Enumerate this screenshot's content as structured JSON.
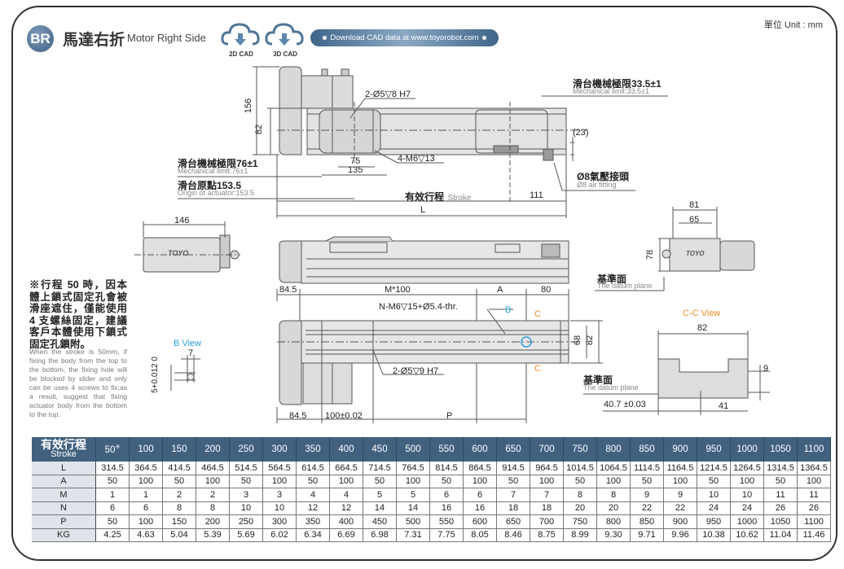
{
  "header": {
    "badge": "BR",
    "title_zh": "馬達右折",
    "title_en": "Motor Right Side",
    "cad_buttons": [
      {
        "label": "2D CAD",
        "icon": "cloud-download-icon"
      },
      {
        "label": "3D CAD",
        "icon": "cloud-download-icon"
      }
    ],
    "download_text": "Download CAD data at www.toyorobot.com",
    "unit": "單位 Unit : mm"
  },
  "colors": {
    "header_blue": "#41617f",
    "accent_blue": "#2a9fd8",
    "accent_orange": "#f08a24",
    "row_label_bg": "#dfe3ea"
  },
  "top_view": {
    "dim_156": "156",
    "dim_82": "82",
    "pin_label": "2-Ø5▽8 H7",
    "tap_label": "4-M6▽13",
    "dim_75": "75",
    "dim_135": "135",
    "mech_limit_left_zh": "滑台機械極限76±1",
    "mech_limit_left_en": "Mechanical limit:76±1",
    "origin_zh": "滑台原點153.5",
    "origin_en": "Origin of actuator:153.5",
    "stroke_zh": "有效行程",
    "stroke_en": "Stroke",
    "dim_111": "111",
    "dim_L": "L",
    "mech_limit_right_zh": "滑台機械極限33.5±1",
    "mech_limit_right_en": "Mechanical limit:33.5±1",
    "dim_23": "(23)",
    "air_zh": "Ø8氣壓接頭",
    "air_en": "Ø8 air fitting"
  },
  "end_view_left": {
    "dim_146": "146",
    "logo": "TOYO"
  },
  "side_view": {
    "dim_84_5": "84.5",
    "dim_M100": "M*100",
    "dim_A": "A",
    "dim_80": "80"
  },
  "bottom_view": {
    "tap_label": "N-M6▽15+Ø5.4-thr.",
    "pin_label": "2-Ø5▽9 H7",
    "marker_B": "B",
    "marker_C": "C",
    "dim_68": "68",
    "dim_82": "82",
    "dim_84_5": "84.5",
    "dim_100": "100±0.02",
    "dim_P": "P"
  },
  "end_view_right": {
    "dim_81": "81",
    "dim_65": "65",
    "dim_78": "78",
    "datum_zh": "基準面",
    "datum_en": "The datum plane",
    "logo": "TOYO"
  },
  "cc_view": {
    "title": "C-C View",
    "dim_82": "82",
    "dim_9": "9",
    "dim_40_7": "40.7 ±0.03",
    "dim_41": "41",
    "datum_zh": "基準面",
    "datum_en": "The datum plane"
  },
  "b_view": {
    "title": "B View",
    "dim_7": "7",
    "dim_tol": "5+0.012 0"
  },
  "note": {
    "zh": "※行程 50 時，因本體上鎖式固定孔會被滑座遮住，僅能使用 4 支螺絲固定，建議客戶本體使用下鎖式固定孔鎖附。",
    "en": "When the stroke is 50mm, if fixing the body from the top to the bottom, the fixing hole will be blocked by slider and only can be uses 4 screws to fix;as a result, suggest that fixing actuator body from the bottom to the top."
  },
  "spec_table": {
    "header_zh": "有效行程",
    "header_en": "Stroke",
    "strokes": [
      "50",
      "100",
      "150",
      "200",
      "250",
      "300",
      "350",
      "400",
      "450",
      "500",
      "550",
      "600",
      "650",
      "700",
      "750",
      "800",
      "850",
      "900",
      "950",
      "1000",
      "1050",
      "1100"
    ],
    "stroke_note_mark": "※",
    "rows": [
      {
        "label": "L",
        "values": [
          "314.5",
          "364.5",
          "414.5",
          "464.5",
          "514.5",
          "564.5",
          "614.5",
          "664.5",
          "714.5",
          "764.5",
          "814.5",
          "864.5",
          "914.5",
          "964.5",
          "1014.5",
          "1064.5",
          "1114.5",
          "1164.5",
          "1214.5",
          "1264.5",
          "1314.5",
          "1364.5"
        ]
      },
      {
        "label": "A",
        "values": [
          "50",
          "100",
          "50",
          "100",
          "50",
          "100",
          "50",
          "100",
          "50",
          "100",
          "50",
          "100",
          "50",
          "100",
          "50",
          "100",
          "50",
          "100",
          "50",
          "100",
          "50",
          "100"
        ]
      },
      {
        "label": "M",
        "values": [
          "1",
          "1",
          "2",
          "2",
          "3",
          "3",
          "4",
          "4",
          "5",
          "5",
          "6",
          "6",
          "7",
          "7",
          "8",
          "8",
          "9",
          "9",
          "10",
          "10",
          "11",
          "11"
        ]
      },
      {
        "label": "N",
        "values": [
          "6",
          "6",
          "8",
          "8",
          "10",
          "10",
          "12",
          "12",
          "14",
          "14",
          "16",
          "16",
          "18",
          "18",
          "20",
          "20",
          "22",
          "22",
          "24",
          "24",
          "26",
          "26"
        ]
      },
      {
        "label": "P",
        "values": [
          "50",
          "100",
          "150",
          "200",
          "250",
          "300",
          "350",
          "400",
          "450",
          "500",
          "550",
          "600",
          "650",
          "700",
          "750",
          "800",
          "850",
          "900",
          "950",
          "1000",
          "1050",
          "1100"
        ]
      },
      {
        "label": "KG",
        "values": [
          "4.25",
          "4.63",
          "5.04",
          "5.39",
          "5.69",
          "6.02",
          "6.34",
          "6.69",
          "6.98",
          "7.31",
          "7.75",
          "8.05",
          "8.46",
          "8.75",
          "8.99",
          "9.30",
          "9.71",
          "9.96",
          "10.38",
          "10.62",
          "11.04",
          "11.46"
        ]
      }
    ]
  }
}
